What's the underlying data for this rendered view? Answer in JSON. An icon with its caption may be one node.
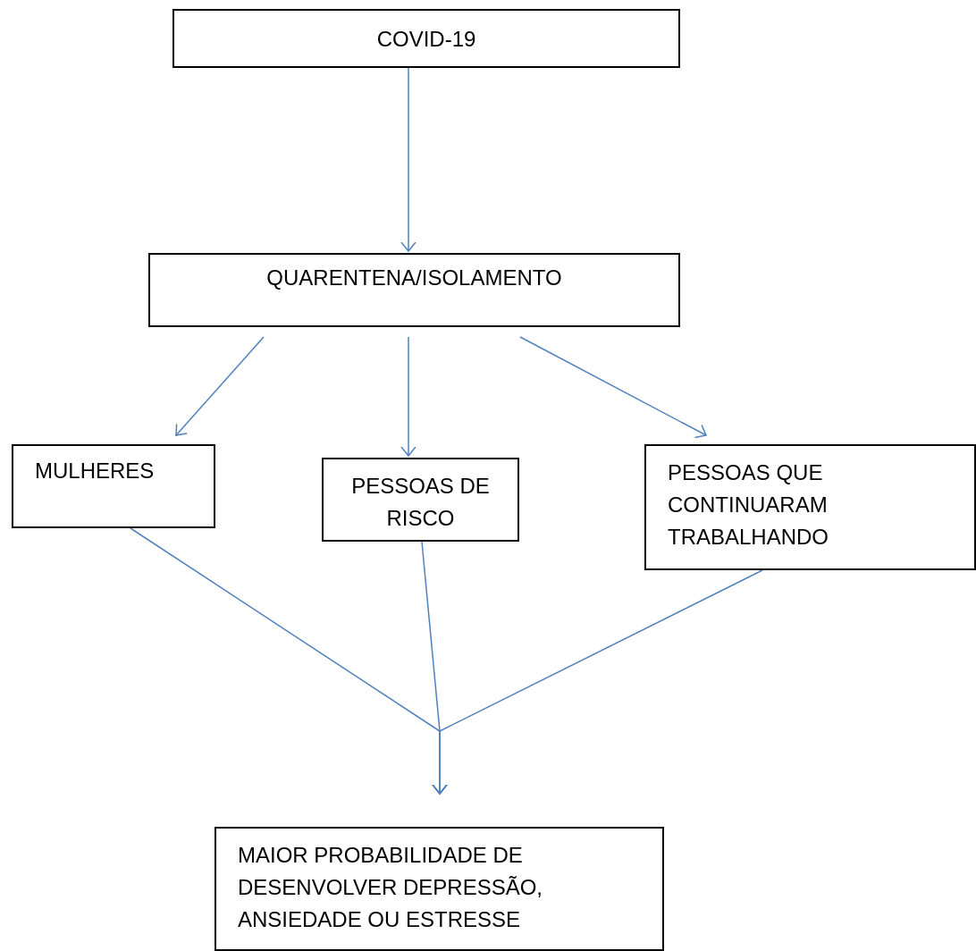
{
  "diagram": {
    "nodes": [
      {
        "text": [
          "COVID-19"
        ]
      },
      {
        "text": [
          "QUARENTENA/ISOLAMENTO"
        ]
      },
      {
        "text": [
          "MULHERES"
        ]
      },
      {
        "text": [
          "PESSOAS DE RISCO"
        ]
      },
      {
        "text": [
          "PESSOAS QUE CONTINUARAM TRABALHANDO"
        ]
      },
      {
        "text": [
          "MAIOR PROBABILIDADE DE DESENVOLVER DEPRESSÃO, ANSIEDADE OU ESTRESSE"
        ]
      }
    ],
    "edges": [
      {
        "from": 0,
        "to": 1,
        "arrow": "to"
      },
      {
        "from": 1,
        "to": 2,
        "arrow": "to"
      },
      {
        "from": 1,
        "to": 3,
        "arrow": "to"
      },
      {
        "from": 1,
        "to": 4,
        "arrow": "to"
      },
      {
        "from": 2,
        "to": 5,
        "arrow": "to"
      },
      {
        "from": 3,
        "to": 5,
        "arrow": "to"
      },
      {
        "from": 4,
        "to": 5,
        "arrow": "to"
      }
    ]
  }
}
